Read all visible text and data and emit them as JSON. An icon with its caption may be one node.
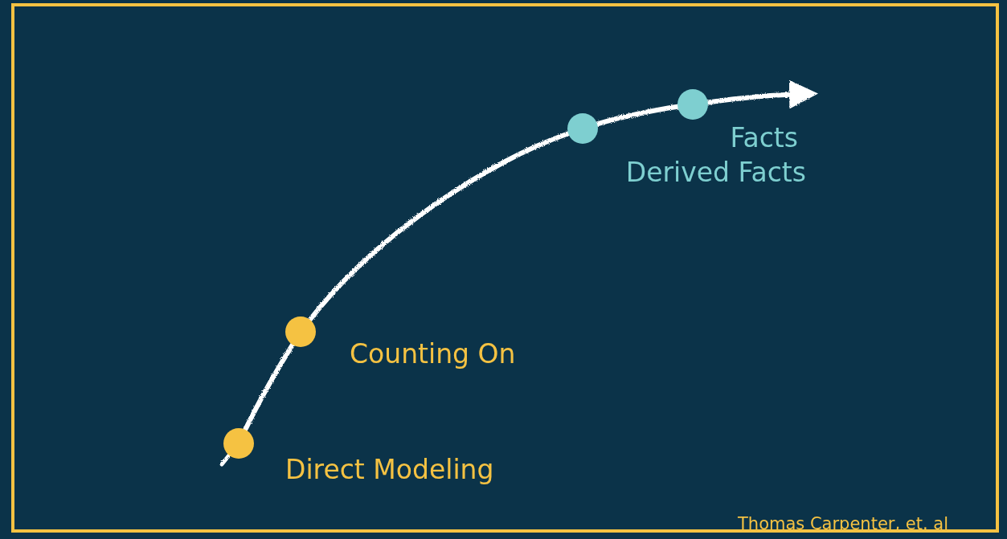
{
  "diagram": {
    "nodes": [
      {
        "text": [],
        "shape": "circle",
        "beside": [
          "Direct Modeling"
        ]
      },
      {
        "text": [],
        "shape": "circle",
        "beside": [
          "Counting On"
        ]
      },
      {
        "text": [],
        "shape": "circle",
        "beside": [
          "Derived Facts"
        ]
      },
      {
        "text": [],
        "shape": "circle",
        "beside": [
          "Facts"
        ]
      }
    ],
    "edges": [
      {
        "from": 0,
        "to": 1,
        "arrow": "none"
      },
      {
        "from": 1,
        "to": 2,
        "arrow": "none"
      },
      {
        "from": 2,
        "to": 3,
        "arrow": "none"
      },
      {
        "from": 3,
        "to": null,
        "arrow": "to"
      }
    ],
    "labels": [
      "Thomas Carpenter, et. al"
    ]
  }
}
